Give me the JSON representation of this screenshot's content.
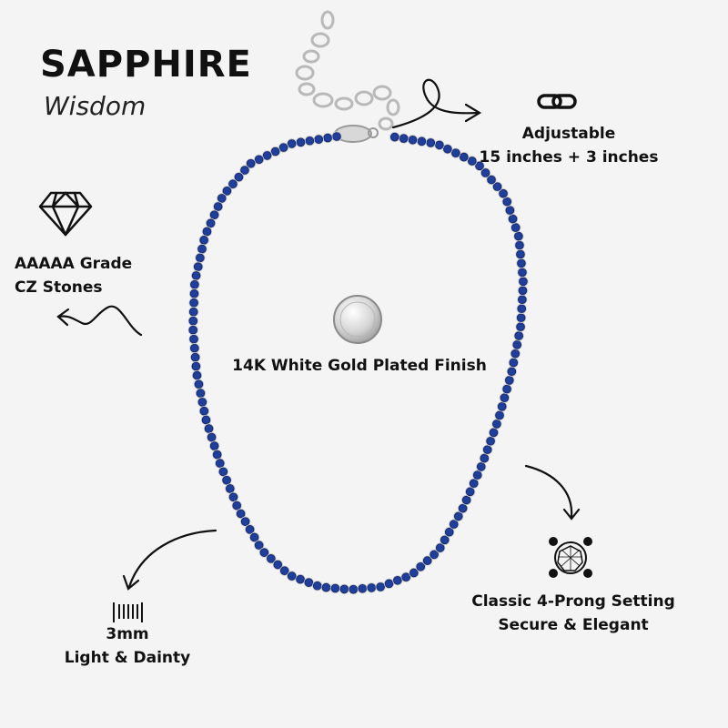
{
  "product": {
    "name": "SAPPHIRE",
    "meaning": "Wisdom"
  },
  "features": {
    "adjustable": {
      "title": "Adjustable",
      "detail": "15 inches + 3 inches",
      "icon": "chain-link-icon"
    },
    "stones": {
      "line1": "AAAAA Grade",
      "line2": "CZ Stones",
      "icon": "diamond-icon"
    },
    "finish": {
      "label": "14K White Gold Plated Finish",
      "icon": "silver-disc-icon"
    },
    "setting": {
      "line1": "Classic 4-Prong Setting",
      "line2": "Secure & Elegant",
      "icon": "four-prong-gem-icon"
    },
    "width": {
      "line1": "3mm",
      "line2": "Light & Dainty",
      "icon": "ruler-ticks-icon"
    }
  },
  "colors": {
    "background": "#f4f4f4",
    "stone": "#1f3f9a",
    "stone_dark": "#10246a",
    "metal": "#c9c9c9",
    "ink": "#111111"
  }
}
